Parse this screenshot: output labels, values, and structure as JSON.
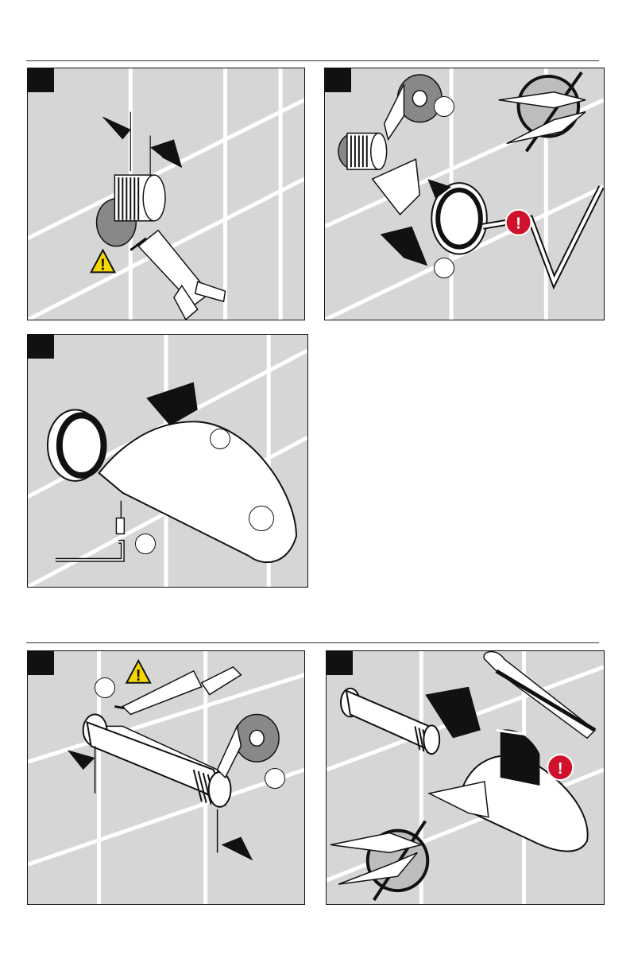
{
  "sections": [
    {
      "panels": [
        {
          "id": "p1",
          "step": ""
        },
        {
          "id": "p2",
          "step": "",
          "callouts": [
            "",
            ""
          ]
        },
        {
          "id": "p3",
          "step": "",
          "callouts": [
            "",
            "",
            ""
          ]
        }
      ]
    },
    {
      "panels": [
        {
          "id": "p4",
          "step": "",
          "callouts": [
            "",
            ""
          ]
        },
        {
          "id": "p5",
          "step": ""
        }
      ]
    }
  ],
  "icons": {
    "caution": "warning-triangle-icon",
    "notice": "exclamation-icon",
    "prohibited": "no-pliers-icon"
  },
  "colors": {
    "panel_bg": "#d6d6d6",
    "caution_fill": "#f5d600",
    "notice_fill": "#d0112b"
  }
}
